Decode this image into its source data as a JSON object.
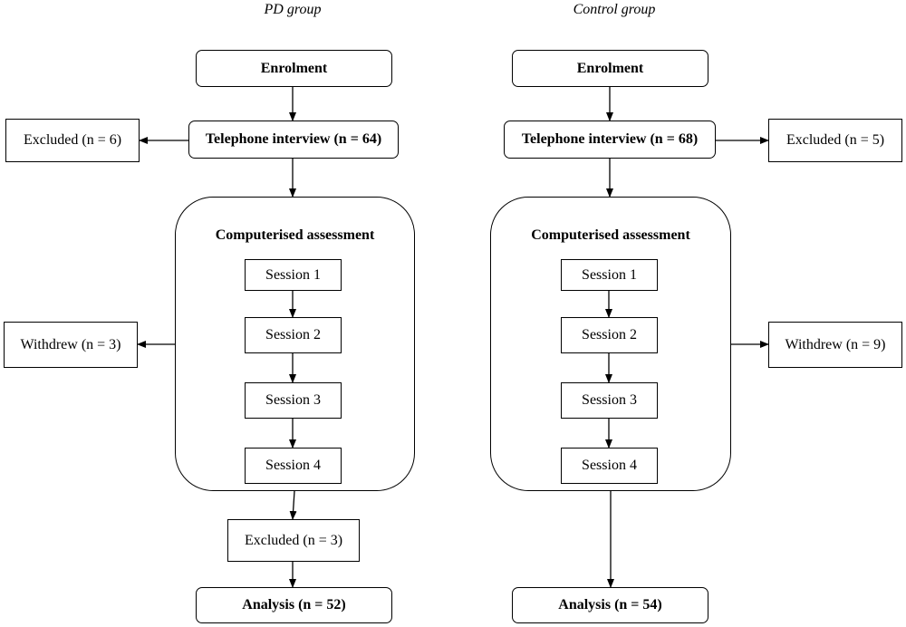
{
  "groups": [
    {
      "title": "PD group",
      "enrolment": "Enrolment",
      "interview": "Telephone interview (n = 64)",
      "interview_excluded": "Excluded (n = 6)",
      "assessment_title": "Computerised assessment",
      "sessions": [
        "Session 1",
        "Session 2",
        "Session 3",
        "Session 4"
      ],
      "withdrew": "Withdrew (n = 3)",
      "post_excluded": "Excluded (n = 3)",
      "analysis": "Analysis (n = 52)"
    },
    {
      "title": "Control group",
      "enrolment": "Enrolment",
      "interview": "Telephone interview (n = 68)",
      "interview_excluded": "Excluded (n = 5)",
      "assessment_title": "Computerised assessment",
      "sessions": [
        "Session 1",
        "Session 2",
        "Session 3",
        "Session 4"
      ],
      "withdrew": "Withdrew (n = 9)",
      "analysis": "Analysis (n = 54)"
    }
  ]
}
